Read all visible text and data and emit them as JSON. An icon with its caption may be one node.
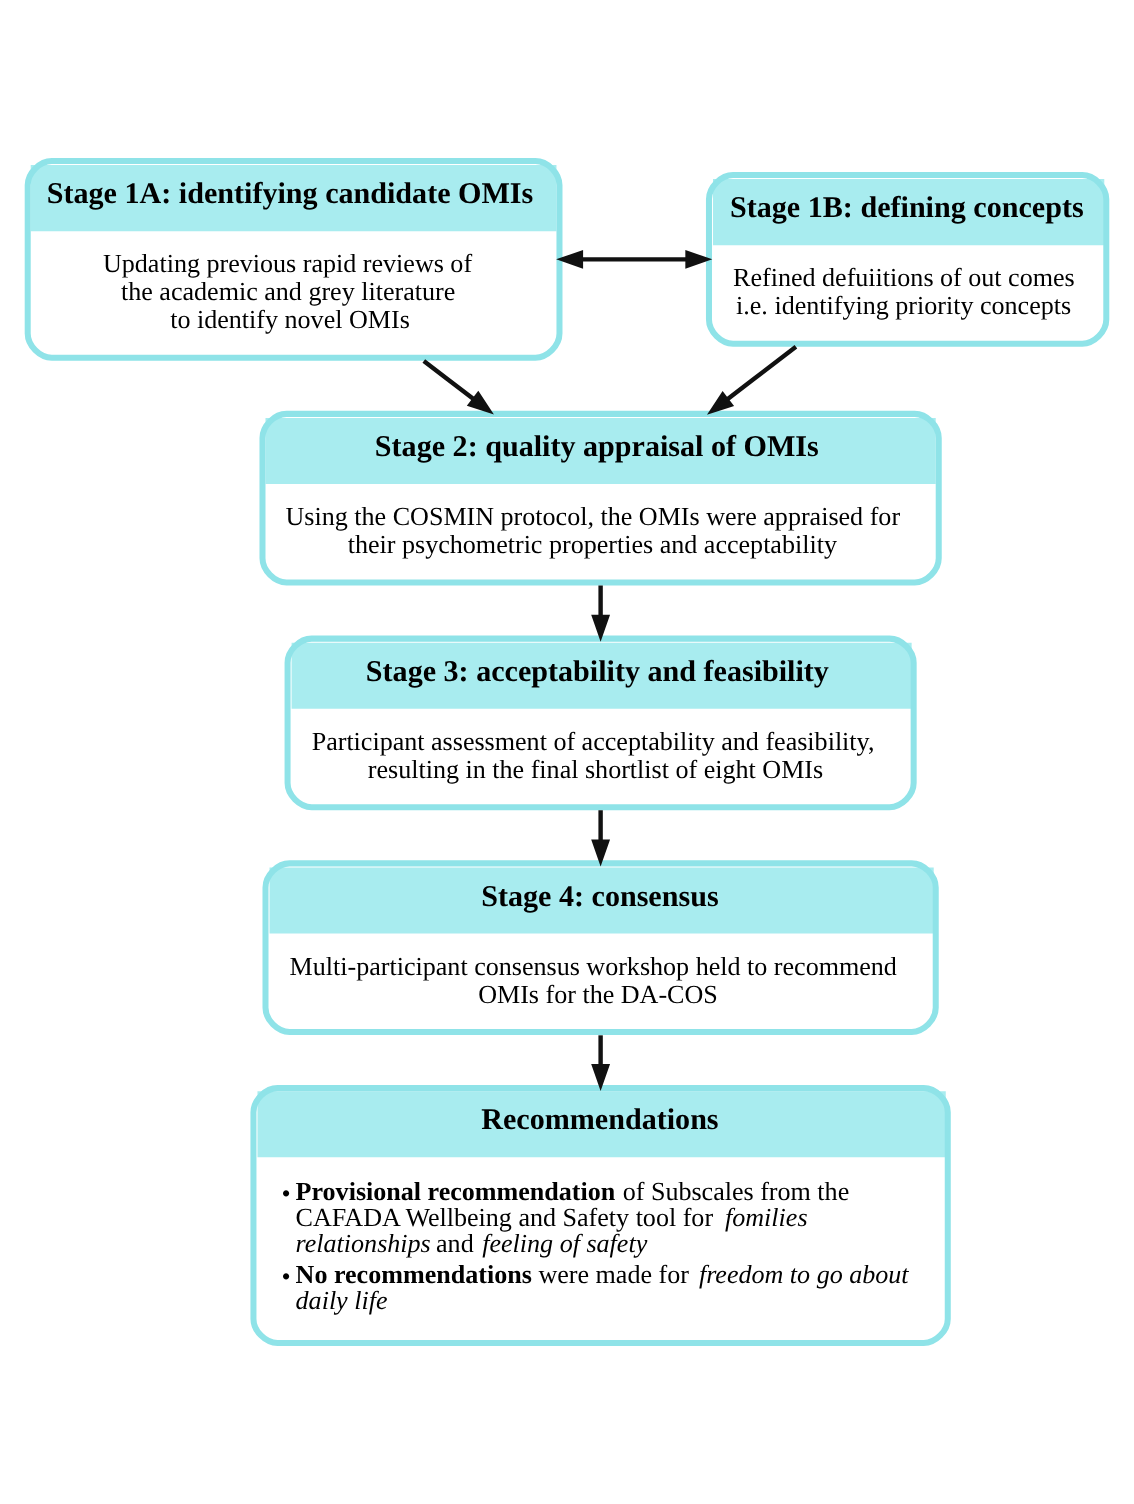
{
  "diagram": {
    "nodes": [
      {
        "text": [
          "Stage 1A: identifying candidate OMIs",
          "Updating previous rapid reviews of the academic and grey literature to identify novel OMIs"
        ]
      },
      {
        "text": [
          "Stage 1B: defining concepts",
          "Refined defuiitions of out comes i.e. identifying priority concepts"
        ]
      },
      {
        "text": [
          "Stage 2: quality appraisal of OMIs",
          "Using the COSMIN protocol, the OMIs were appraised for their psychometric properties and acceptability"
        ]
      },
      {
        "text": [
          "Stage 3: acceptability and feasibility",
          "Participant assessment of acceptability and feasibility, resulting in the final shortlist of eight OMIs"
        ]
      },
      {
        "text": [
          "Stage 4: consensus",
          "Multi-participant consensus workshop held to recommend OMIs for the DA-COS"
        ]
      },
      {
        "text": [
          "Recommendations",
          "• **Provisional recommendation** of Subscales from the CAFADA Wellbeing and Safety tool for *fomilies relationships* and *feeling of safety*",
          "• **No recommendations** were made for *freedom to go about daily life*"
        ]
      }
    ],
    "edges": [
      {
        "from": 0,
        "to": 1,
        "arrow": "both"
      },
      {
        "from": 0,
        "to": 2,
        "arrow": "to"
      },
      {
        "from": 1,
        "to": 2,
        "arrow": "to"
      },
      {
        "from": 2,
        "to": 3,
        "arrow": "to"
      },
      {
        "from": 3,
        "to": 4,
        "arrow": "to"
      },
      {
        "from": 4,
        "to": 5,
        "arrow": "to"
      }
    ]
  }
}
